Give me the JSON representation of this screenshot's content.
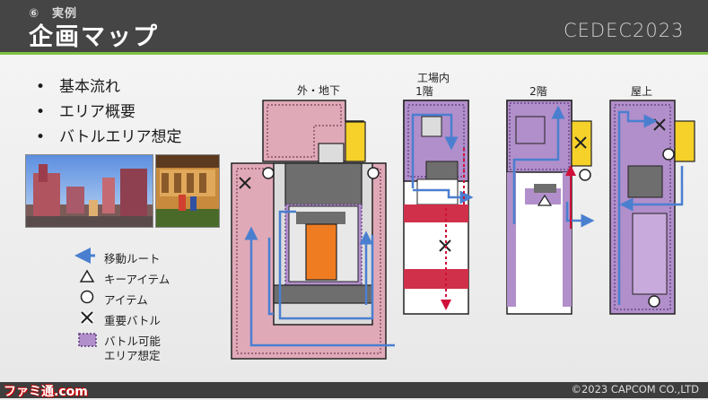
{
  "header": {
    "section": "⑥　実例",
    "title": "企画マップ",
    "logo": "CEDEC2023"
  },
  "bullets": [
    "基本流れ",
    "エリア概要",
    "バトルエリア想定"
  ],
  "bullet_mark": "•",
  "legend": {
    "route": "移動ルート",
    "key_item": "キーアイテム",
    "item": "アイテム",
    "battle": "重要バトル",
    "area_line1": "バトル可能",
    "area_line2": "エリア想定"
  },
  "maps": {
    "outside": "外・地下",
    "factory_line1": "工場内",
    "factory_line2": "1階",
    "floor2": "2階",
    "roof": "屋上"
  },
  "footer": {
    "copyright": "©2023 CAPCOM CO.,LTD",
    "watermark": "ファミ通.com"
  },
  "colors": {
    "header": "#454545",
    "accent": "#7dc241",
    "pink_area": "#e0a9b8",
    "purple_area": "#b18fca",
    "route": "#4a7fd0",
    "yellow": "#f5d12a",
    "orange": "#f07c22",
    "red_stripe": "#d0304a",
    "dark_gray": "#6e6e6e"
  }
}
